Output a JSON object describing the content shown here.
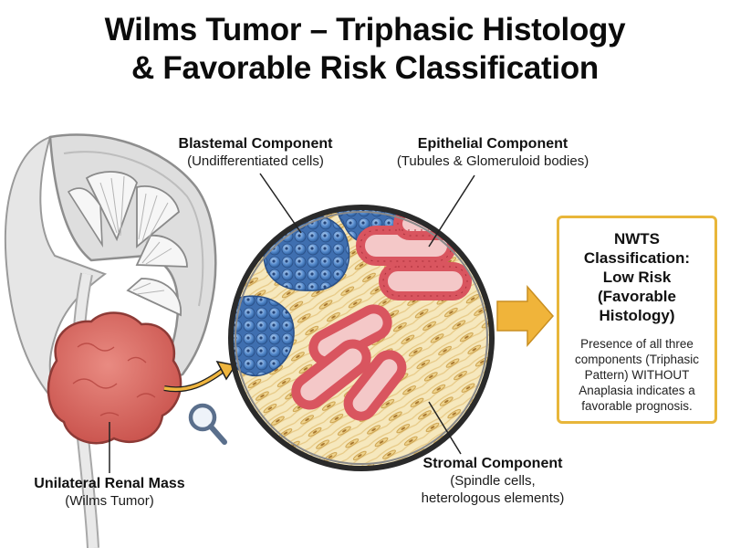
{
  "title": {
    "line1": "Wilms Tumor – Triphasic Histology",
    "line2": "& Favorable Risk Classification"
  },
  "labels": {
    "blastemal": {
      "heading": "Blastemal Component",
      "sub": "(Undifferentiated cells)"
    },
    "epithelial": {
      "heading": "Epithelial Component",
      "sub": "(Tubules & Glomeruloid bodies)"
    },
    "stromal": {
      "heading": "Stromal Component",
      "sub1": "(Spindle cells,",
      "sub2": "heterologous elements)"
    },
    "mass": {
      "heading": "Unilateral Renal Mass",
      "sub": "(Wilms Tumor)"
    }
  },
  "classification": {
    "title_lines": [
      "NWTS",
      "Classification:",
      "Low Risk",
      "(Favorable",
      "Histology)"
    ],
    "body_lines": [
      "Presence of all three",
      "components (Triphasic",
      "Pattern) WITHOUT",
      "Anaplasia indicates a",
      "favorable prognosis."
    ]
  },
  "icons": {
    "magnifier": "magnifying-glass-icon",
    "arrow": "right-arrow-icon"
  },
  "colors": {
    "blastemal": "#4f86c9",
    "epithelial": "#d95560",
    "stroma": "#f5e6b8",
    "tumor": "#d9665f",
    "accent": "#e8b63a"
  }
}
